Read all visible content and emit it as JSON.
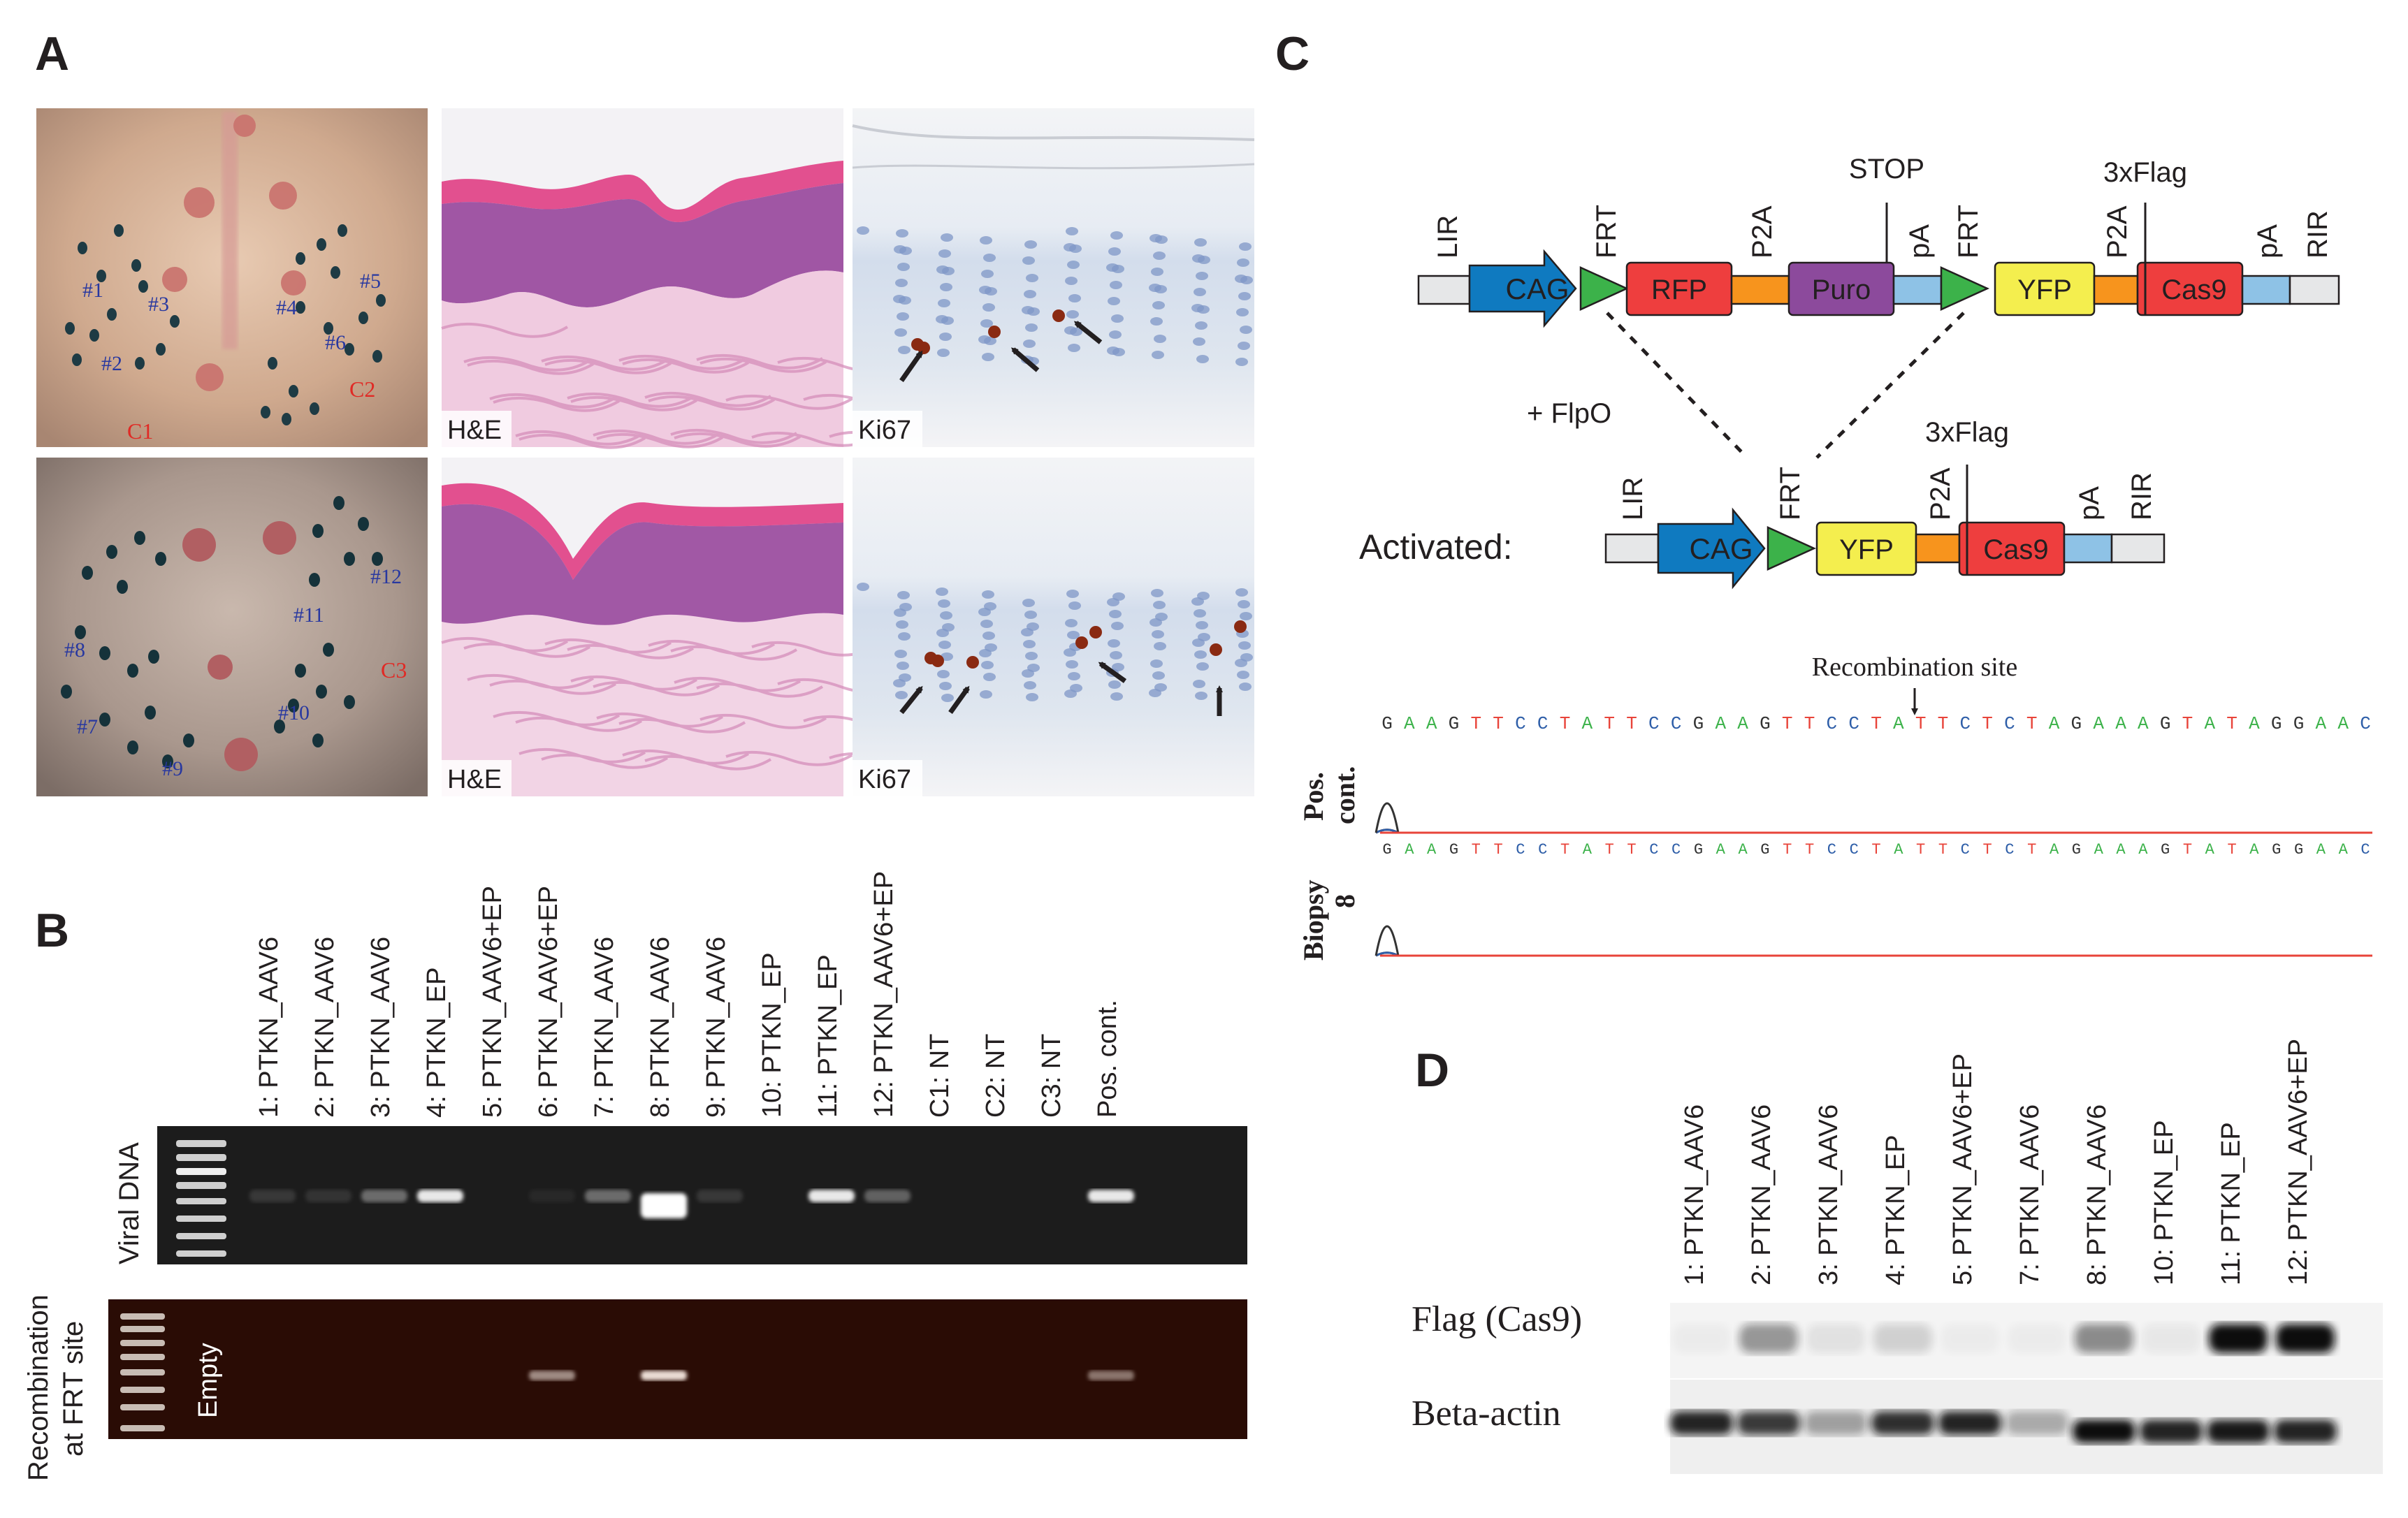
{
  "panels": {
    "a": "A",
    "b": "B",
    "c": "C",
    "d": "D"
  },
  "panel_a": {
    "stains": [
      "H&E",
      "Ki67",
      "H&E",
      "Ki67"
    ],
    "site_labels_top": [
      "#1",
      "#2",
      "#3",
      "#4",
      "#5",
      "#6"
    ],
    "controls_top": [
      "C1",
      "C2"
    ],
    "site_labels_bottom": [
      "#7",
      "#8",
      "#9",
      "#10",
      "#11",
      "#12"
    ],
    "controls_bottom": [
      "C3"
    ]
  },
  "panel_b": {
    "lanes": [
      "1: PTKN_AAV6",
      "2: PTKN_AAV6",
      "3: PTKN_AAV6",
      "4: PTKN_EP",
      "5: PTKN_AAV6+EP",
      "6: PTKN_AAV6+EP",
      "7: PTKN_AAV6",
      "8: PTKN_AAV6",
      "9: PTKN_AAV6",
      "10: PTKN_EP",
      "11: PTKN_EP",
      "12: PTKN_AAV6+EP",
      "C1: NT",
      "C2: NT",
      "C3: NT",
      "Pos. cont."
    ],
    "row1_label": "Viral DNA",
    "row2_label_line1": "Recombination",
    "row2_label_line2": "at FRT site",
    "empty_label": "Empty",
    "viral_dna_band_intensity": [
      0.12,
      0.1,
      0.35,
      0.9,
      0,
      0.05,
      0.35,
      1.0,
      0.12,
      0,
      0.9,
      0.3,
      0,
      0,
      0,
      0.9
    ],
    "recombination_band_intensity": [
      0,
      0,
      0,
      0,
      0,
      0.55,
      0,
      0.9,
      0,
      0,
      0,
      0,
      0,
      0,
      0,
      0.45
    ]
  },
  "panel_c": {
    "construct_elements": [
      "LIR",
      "CAG",
      "FRT",
      "RFP",
      "P2A",
      "Puro",
      "STOP",
      "pA",
      "FRT",
      "YFP",
      "P2A",
      "3xFlag",
      "Cas9",
      "pA",
      "RIR"
    ],
    "flpo": "+ FlpO",
    "activated_label": "Activated:",
    "activated_elements": [
      "LIR",
      "CAG",
      "FRT",
      "YFP",
      "P2A",
      "3xFlag",
      "Cas9",
      "pA",
      "RIR"
    ],
    "recombination_site": "Recombination site",
    "sequence": "GAAGTTCCTATTCCGAAGTTCCTATTCTCTAGAAAGTATAGGAAC",
    "trace_labels": [
      {
        "line1": "Pos.",
        "line2": "cont."
      },
      {
        "line1": "Biopsy",
        "line2": "8"
      }
    ],
    "colors": {
      "CAG": "#0f7ac0",
      "FRT": "#3cb24a",
      "RFP": "#ee3e3e",
      "P2A": "#f7941d",
      "Puro": "#8c4a9c",
      "pA": "#8ec2e6",
      "YFP": "#f4ee4e",
      "Cas9": "#ee3e3e",
      "LIR": "#e6e7e8"
    },
    "base_colors": {
      "A": "#3cb24a",
      "T": "#e8443a",
      "C": "#2e5ea8",
      "G": "#333333"
    }
  },
  "panel_d": {
    "lanes": [
      "1: PTKN_AAV6",
      "2: PTKN_AAV6",
      "3: PTKN_AAV6",
      "4: PTKN_EP",
      "5: PTKN_AAV6+EP",
      "7: PTKN_AAV6",
      "8: PTKN_AAV6",
      "10: PTKN_EP",
      "11: PTKN_EP",
      "12: PTKN_AAV6+EP"
    ],
    "rows": [
      "Flag (Cas9)",
      "Beta-actin"
    ],
    "flag_intensity": [
      0.03,
      0.4,
      0.08,
      0.15,
      0.03,
      0.03,
      0.45,
      0.05,
      1.0,
      1.0
    ],
    "actin_intensity": [
      0.9,
      0.8,
      0.35,
      0.85,
      0.9,
      0.3,
      1.0,
      0.9,
      0.95,
      0.9
    ]
  }
}
